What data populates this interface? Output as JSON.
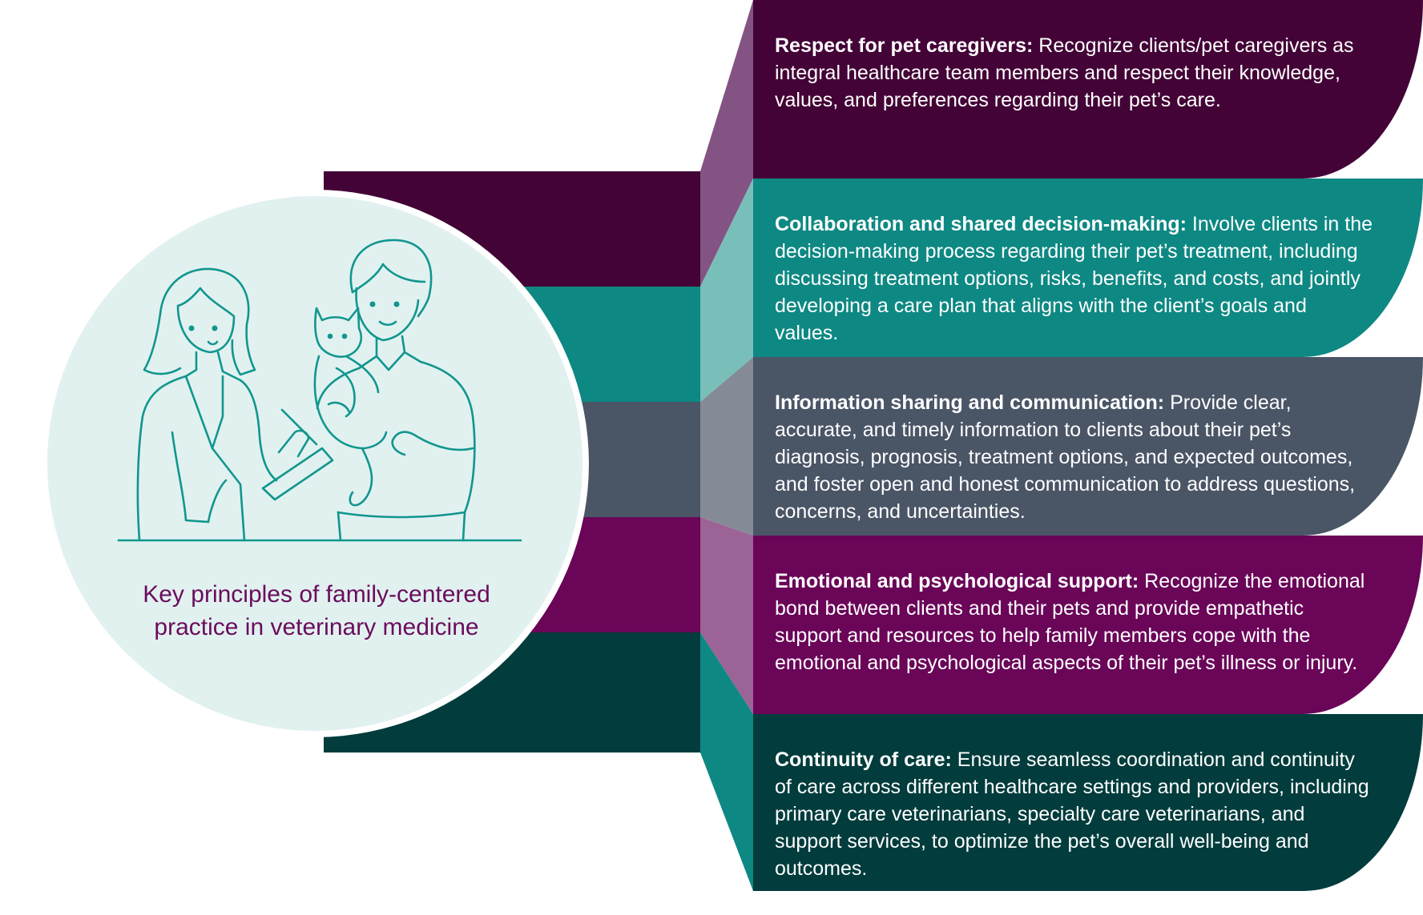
{
  "title": "Key principles of family-centered practice in veterinary medicine",
  "colors": {
    "plum_dark": "#430336",
    "teal": "#0e8883",
    "slate": "#4a5566",
    "plum": "#6a0558",
    "teal_dark": "#023c3c",
    "circle_fill": "#e1f1f0",
    "line_art": "#11968e",
    "title_text": "#6b0c5c"
  },
  "illustration": "veterinarian-with-clipboard-and-owner-holding-cat",
  "principles": [
    {
      "heading": "Respect for pet caregivers:",
      "text": " Recognize clients/pet caregivers as integral healthcare team members and respect their knowledge, values, and preferences regarding their pet’s care.",
      "color": "#430336"
    },
    {
      "heading": "Collaboration and shared decision-making:",
      "text": " Involve clients in the decision-making process regarding their pet’s treatment, including discussing treatment options, risks, benefits, and costs, and jointly developing a care plan that aligns with the client’s goals and values.",
      "color": "#0e8883"
    },
    {
      "heading": "Information sharing and communication:",
      "text": " Provide clear, accurate, and timely information to clients about their pet’s diagnosis, prognosis, treatment options, and expected outcomes, and foster open and honest communication to address questions, concerns, and uncertainties.",
      "color": "#4a5566"
    },
    {
      "heading": "Emotional and psychological support:",
      "text": " Recognize the emotional bond between clients and their pets and provide empathetic support and resources to help family members cope with the emotional and psychological aspects of their pet’s illness or injury.",
      "color": "#6a0558"
    },
    {
      "heading": "Continuity of care:",
      "text": " Ensure seamless coordination and continuity of care across different healthcare settings and providers, including primary care veterinarians, specialty care veterinarians, and support services, to optimize the pet’s overall well-being and outcomes.",
      "color": "#023c3c"
    }
  ]
}
